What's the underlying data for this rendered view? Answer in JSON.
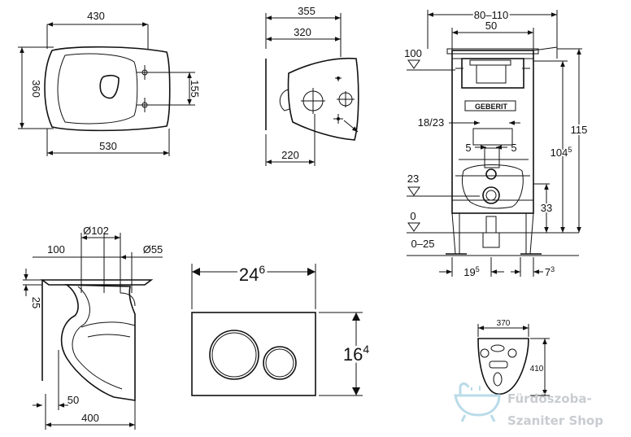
{
  "colors": {
    "line": "#111111",
    "watermark": "#b9dbe8",
    "watermark_text": "#c9ccd0"
  },
  "top_view": {
    "w": "430",
    "total": "530",
    "depth": "360",
    "hole": "155"
  },
  "side_view": {
    "d355": "355",
    "d320": "320",
    "d220": "220"
  },
  "frame": {
    "w_range": "80–110",
    "w50": "50",
    "h100": "100",
    "h115": "115",
    "h104": "104",
    "h104_sup": "5",
    "h18": "18/23",
    "left5": "5",
    "right5": "5",
    "h23": "23",
    "h33": "33",
    "h0": "0",
    "h0_25": "0–25",
    "b19": "19",
    "b19_sup": "5",
    "b7": "7",
    "b7_sup": "3",
    "brand": "GEBERIT"
  },
  "section_view": {
    "d102": "Ø102",
    "d55": "Ø55",
    "d100": "100",
    "d25": "25",
    "d50": "50",
    "d400": "400"
  },
  "plate": {
    "width": "24",
    "width_sup": "6",
    "height": "16",
    "height_sup": "4"
  },
  "small_view": {
    "w": "370",
    "h": "410"
  },
  "watermark": {
    "line1": "Fürdőszoba-",
    "line2": "Szaniter Shop"
  }
}
